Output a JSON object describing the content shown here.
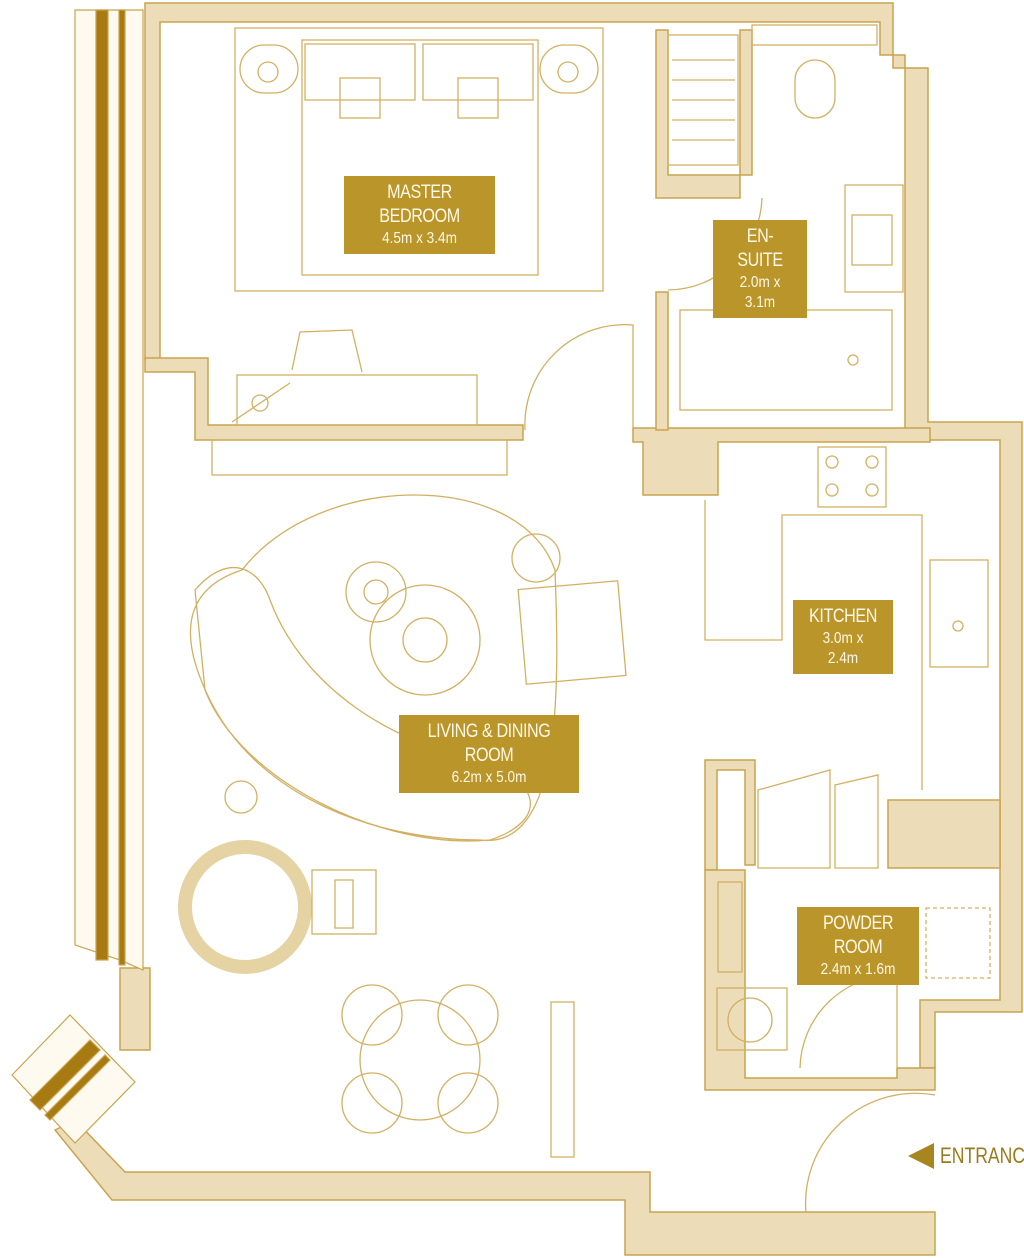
{
  "rooms": [
    {
      "name": "MASTER BEDROOM",
      "size": "4.5m x 3.4m"
    },
    {
      "name": "EN-SUITE",
      "size": "2.0m x 3.1m"
    },
    {
      "name": "KITCHEN",
      "size": "3.0m x 2.4m"
    },
    {
      "name": "LIVING & DINING ROOM",
      "size": "6.2m x 5.0m"
    },
    {
      "name": "POWDER ROOM",
      "size": "2.4m x 1.6m"
    }
  ],
  "entrance_label": "ENTRANCE",
  "colors": {
    "wall": "#ecdcb8",
    "line": "#c9a44f",
    "label": "#b9952a",
    "window_stripe": "#a87a12"
  }
}
